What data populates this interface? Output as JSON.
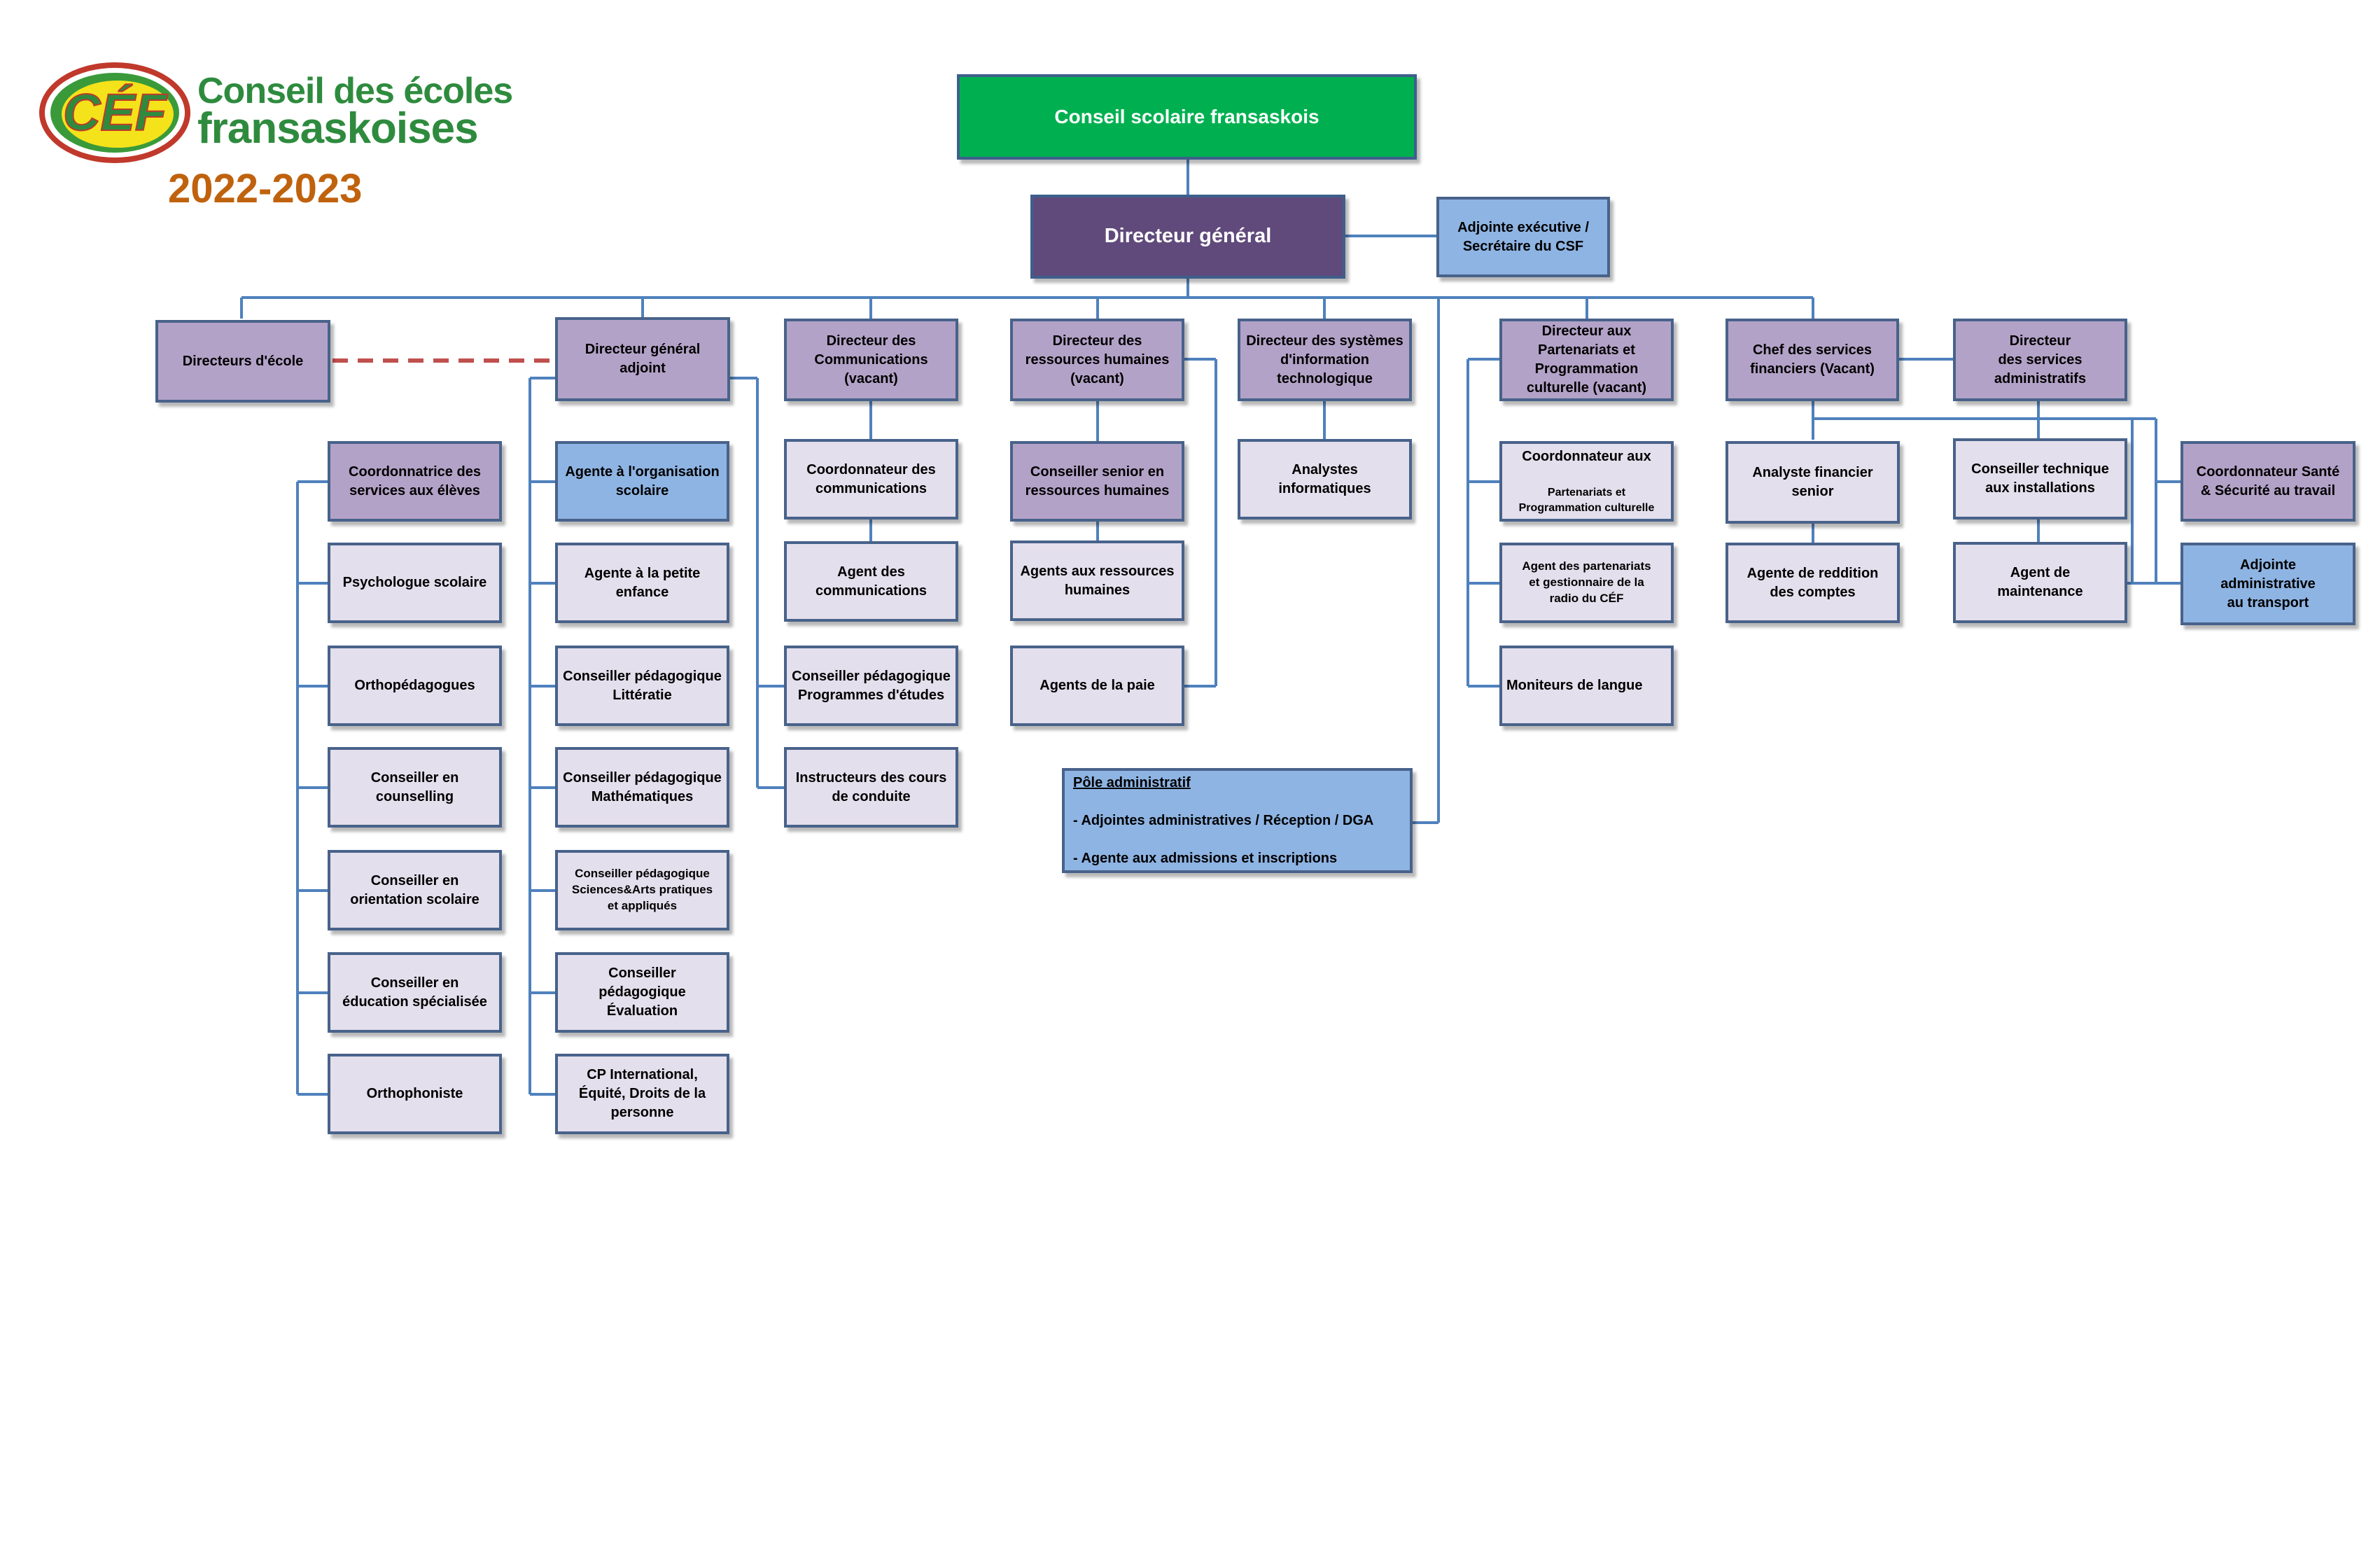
{
  "header": {
    "logo_mark": "CÉF",
    "logo_line1": "Conseil des écoles",
    "logo_line2": "fransaskoises",
    "year": "2022-2023"
  },
  "colors": {
    "board_green": "#00b050",
    "director_general": "#604a7b",
    "director_purple": "#b3a2c7",
    "staff_light": "#e3dfec",
    "support_blue": "#8eb4e3",
    "connector_blue": "#4f81bd",
    "dashed_red": "#c0504d",
    "year_orange": "#c0620d",
    "logo_green": "#2e8b3e"
  },
  "boxes": {
    "board": "Conseil  scolaire fransaskois",
    "dg": "Directeur général",
    "exec_assistant": "Adjointe exécutive /\nSecrétaire du CSF",
    "school_directors": "Directeurs d'école",
    "deputy_dg": "Directeur général\nadjoint",
    "dir_comm": "Directeur des\nCommunications\n(vacant)",
    "dir_hr": "Directeur des\nressources humaines\n(vacant)",
    "dir_it": "Directeur des systèmes\nd'information\ntechnologique",
    "dir_partners": "Directeur aux\nPartenariats et\nProgrammation\nculturelle (vacant)",
    "chief_finance": "Chef des services\nfinanciers (Vacant)",
    "dir_admin": "Directeur\ndes services\nadministratifs",
    "coord_student_services": "Coordonnatrice des\nservices aux élèves",
    "school_psychologist": "Psychologue scolaire",
    "orthopedagogues": "Orthopédagogues",
    "counselling": "Conseiller en\ncounselling",
    "school_orientation": "Conseiller en\norientation scolaire",
    "special_education": "Conseiller en\néducation spécialisée",
    "speech_therapist": "Orthophoniste",
    "school_organization": "Agente à l'organisation\nscolaire",
    "early_childhood": "Agente à la petite\nenfance",
    "cp_literacy": "Conseiller pédagogique\nLittératie",
    "cp_math": "Conseiller pédagogique\nMathématiques",
    "cp_sciences": "Conseiller pédagogique\nSciences&Arts pratiques\net appliqués",
    "cp_evaluation": "Conseiller\npédagogique\nÉvaluation",
    "cp_international": "CP International,\nÉquité, Droits de la\npersonne",
    "coord_comm": "Coordonnateur des\ncommunications",
    "comm_agent": "Agent des\ncommunications",
    "cp_programs": "Conseiller pédagogique\nProgrammes d'études",
    "driving_instructors": "Instructeurs des cours\nde conduite",
    "senior_hr": "Conseiller senior en\nressources humaines",
    "hr_agents": "Agents aux ressources\nhumaines",
    "payroll_agents": "Agents de la paie",
    "it_analysts": "Analystes\ninformatiques",
    "coord_partners_label": "Coordonnateur aux",
    "coord_partners_sub": "Partenariats et\nProgrammation culturelle",
    "partners_agent": "Agent des partenariats\net gestionnaire de la\nradio du CÉF",
    "language_monitors": "Moniteurs de langue",
    "senior_financial_analyst": "Analyste financier\nsenior",
    "accountability_agent": "Agente de reddition\ndes comptes",
    "tech_advisor_facilities": "Conseiller technique\naux installations",
    "maintenance_agent": "Agent de\nmaintenance",
    "health_safety_coord": "Coordonnateur Santé\n& Sécurité au travail",
    "transport_assistant": "Adjointe\nadministrative\nau transport",
    "pole_title": "Pôle administratif",
    "pole_line1": "- Adjointes administratives / Réception / DGA",
    "pole_line2": "- Agente aux admissions et inscriptions"
  }
}
